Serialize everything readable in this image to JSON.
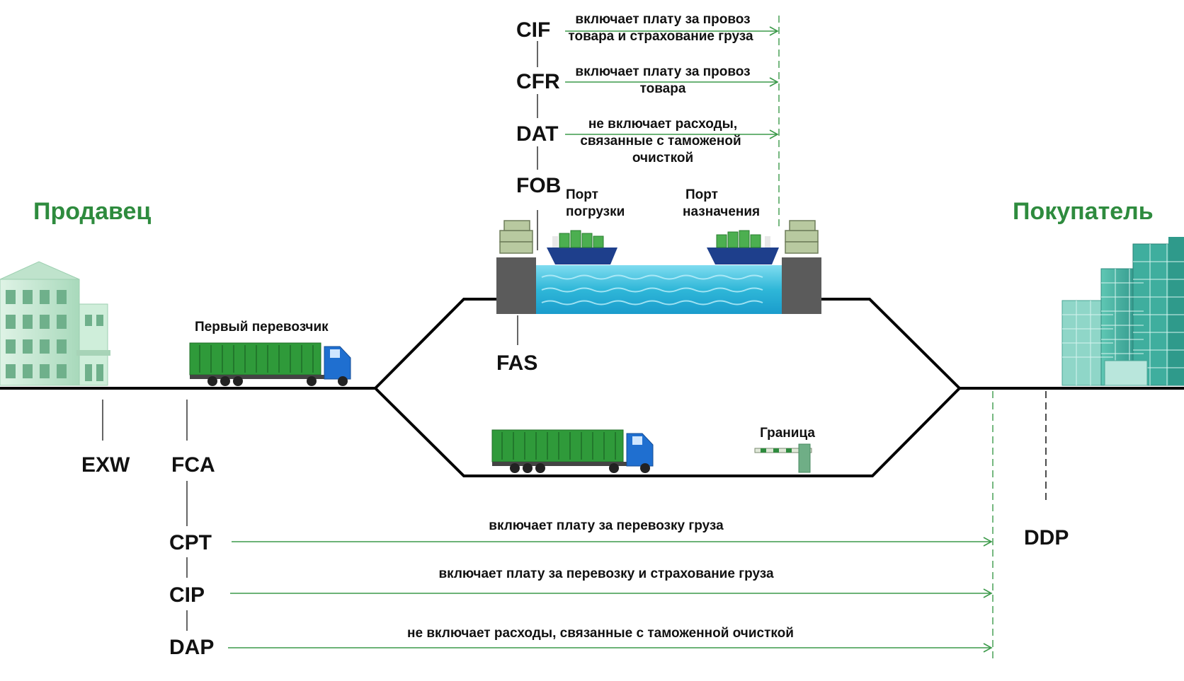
{
  "parties": {
    "seller": "Продавец",
    "buyer": "Покупатель"
  },
  "labels": {
    "first_carrier": "Первый перевозчик",
    "port_loading_1": "Порт",
    "port_loading_2": "погрузки",
    "port_destination_1": "Порт",
    "port_destination_2": "назначения",
    "border": "Граница"
  },
  "terms": {
    "cif": "CIF",
    "cfr": "CFR",
    "dat": "DAT",
    "fob": "FOB",
    "fas": "FAS",
    "exw": "EXW",
    "fca": "FCA",
    "cpt": "CPT",
    "cip": "CIP",
    "dap": "DAP",
    "ddp": "DDP"
  },
  "notes": {
    "cif_1": "включает плату за провоз",
    "cif_2": "товара и страхование груза",
    "cfr_1": "включает плату за провоз",
    "cfr_2": "товара",
    "dat_1": "не включает расходы,",
    "dat_2": "связанные с таможеной",
    "dat_3": "очисткой",
    "cpt": "включает плату за перевозку груза",
    "cip": "включает плату за перевозку и страхование груза",
    "dap": "не включает расходы, связанные с таможенной очисткой"
  },
  "colors": {
    "accent_green": "#2e8b3e",
    "arrow_green": "#3c9a4a",
    "container_green": "#2f9a3a",
    "truck_blue": "#1f6fd0",
    "water": "#2fb7d8",
    "dock_gray": "#5b5b5b",
    "route_black": "#000000"
  }
}
